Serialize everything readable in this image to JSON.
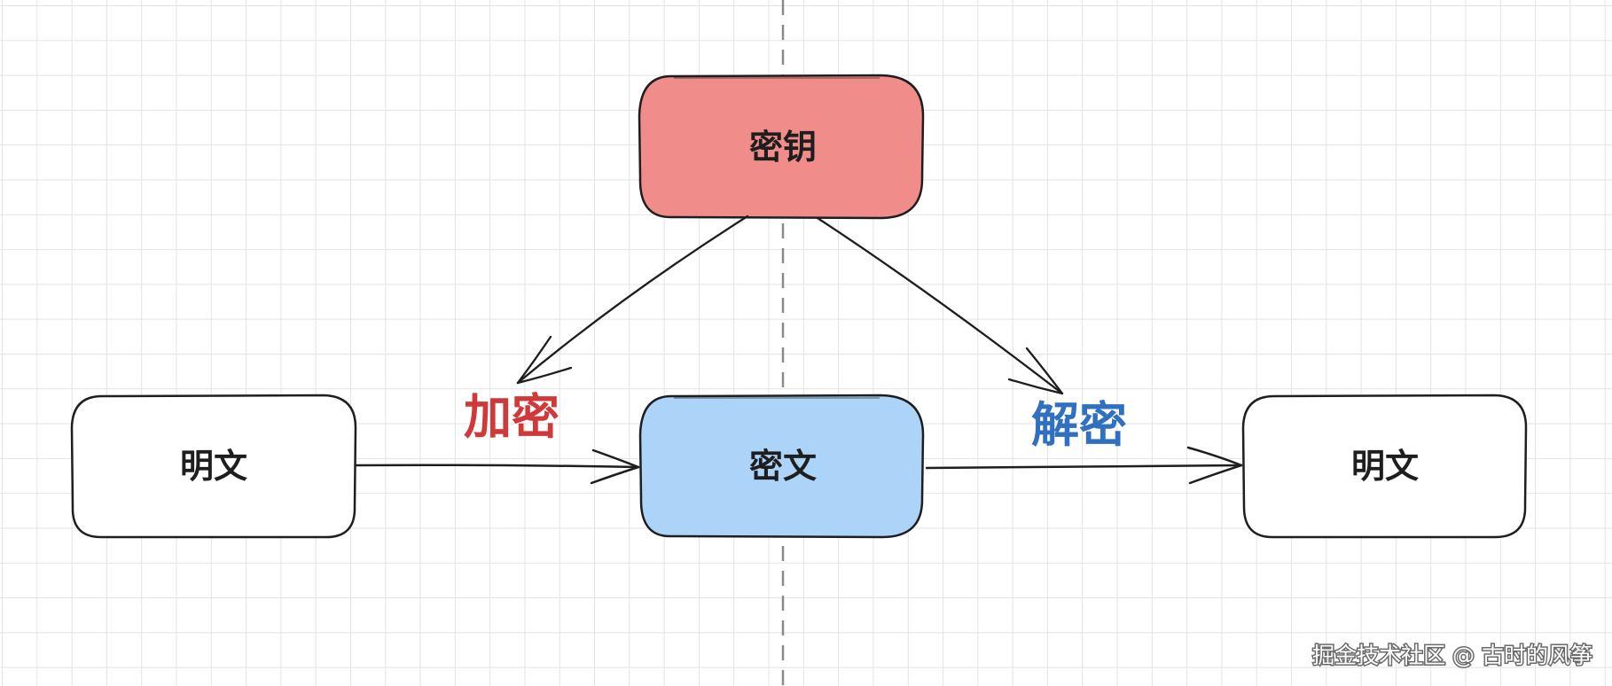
{
  "nodes": {
    "plaintext_left": {
      "label": "明文",
      "fill": "#ffffff"
    },
    "key": {
      "label": "密钥",
      "fill": "#f08c8a"
    },
    "ciphertext": {
      "label": "密文",
      "fill": "#acd4f8"
    },
    "plaintext_right": {
      "label": "明文",
      "fill": "#ffffff"
    }
  },
  "operations": {
    "encrypt": {
      "label": "加密",
      "color": "#d0393a"
    },
    "decrypt": {
      "label": "解密",
      "color": "#2f70c0"
    }
  },
  "watermark": "掘金技术社区 @ 古时的风筝",
  "colors": {
    "stroke": "#1e1e1e",
    "grid": "#e3e3e3",
    "divider": "#8a8a8a"
  }
}
